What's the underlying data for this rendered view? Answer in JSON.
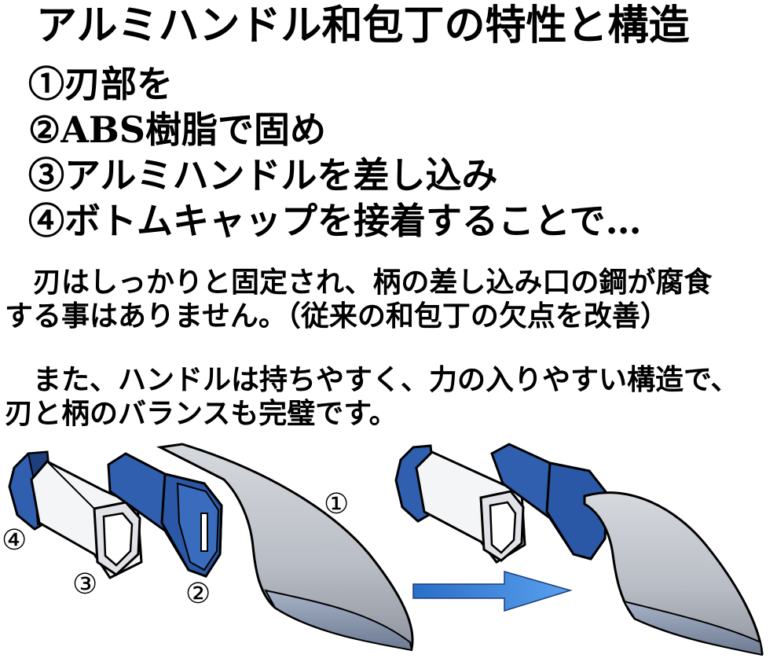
{
  "title": "アルミハンドル和包丁の特性と構造",
  "steps": [
    "①刃部を",
    "②ABS樹脂で固め",
    "③アルミハンドルを差し込み",
    "④ボトムキャップを接着することで…"
  ],
  "paragraph1": [
    "刃はしっかりと固定され、柄の差し込み口の鋼が腐食",
    "する事はありません。（従来の和包丁の欠点を改善）"
  ],
  "paragraph2": [
    "また、ハンドルは持ちやすく、力の入りやすい構造で、",
    "刃と柄のバランスも完璧です。"
  ],
  "diagram": {
    "labels": {
      "blade": "①",
      "resin": "②",
      "handle": "③",
      "cap": "④"
    },
    "colors": {
      "blue": "#2f5fae",
      "blue_dark": "#1e3f7c",
      "handle_white": "#f4f5f7",
      "blade_gray": "#c9ccd2",
      "arrow": "#3f86d9"
    }
  }
}
